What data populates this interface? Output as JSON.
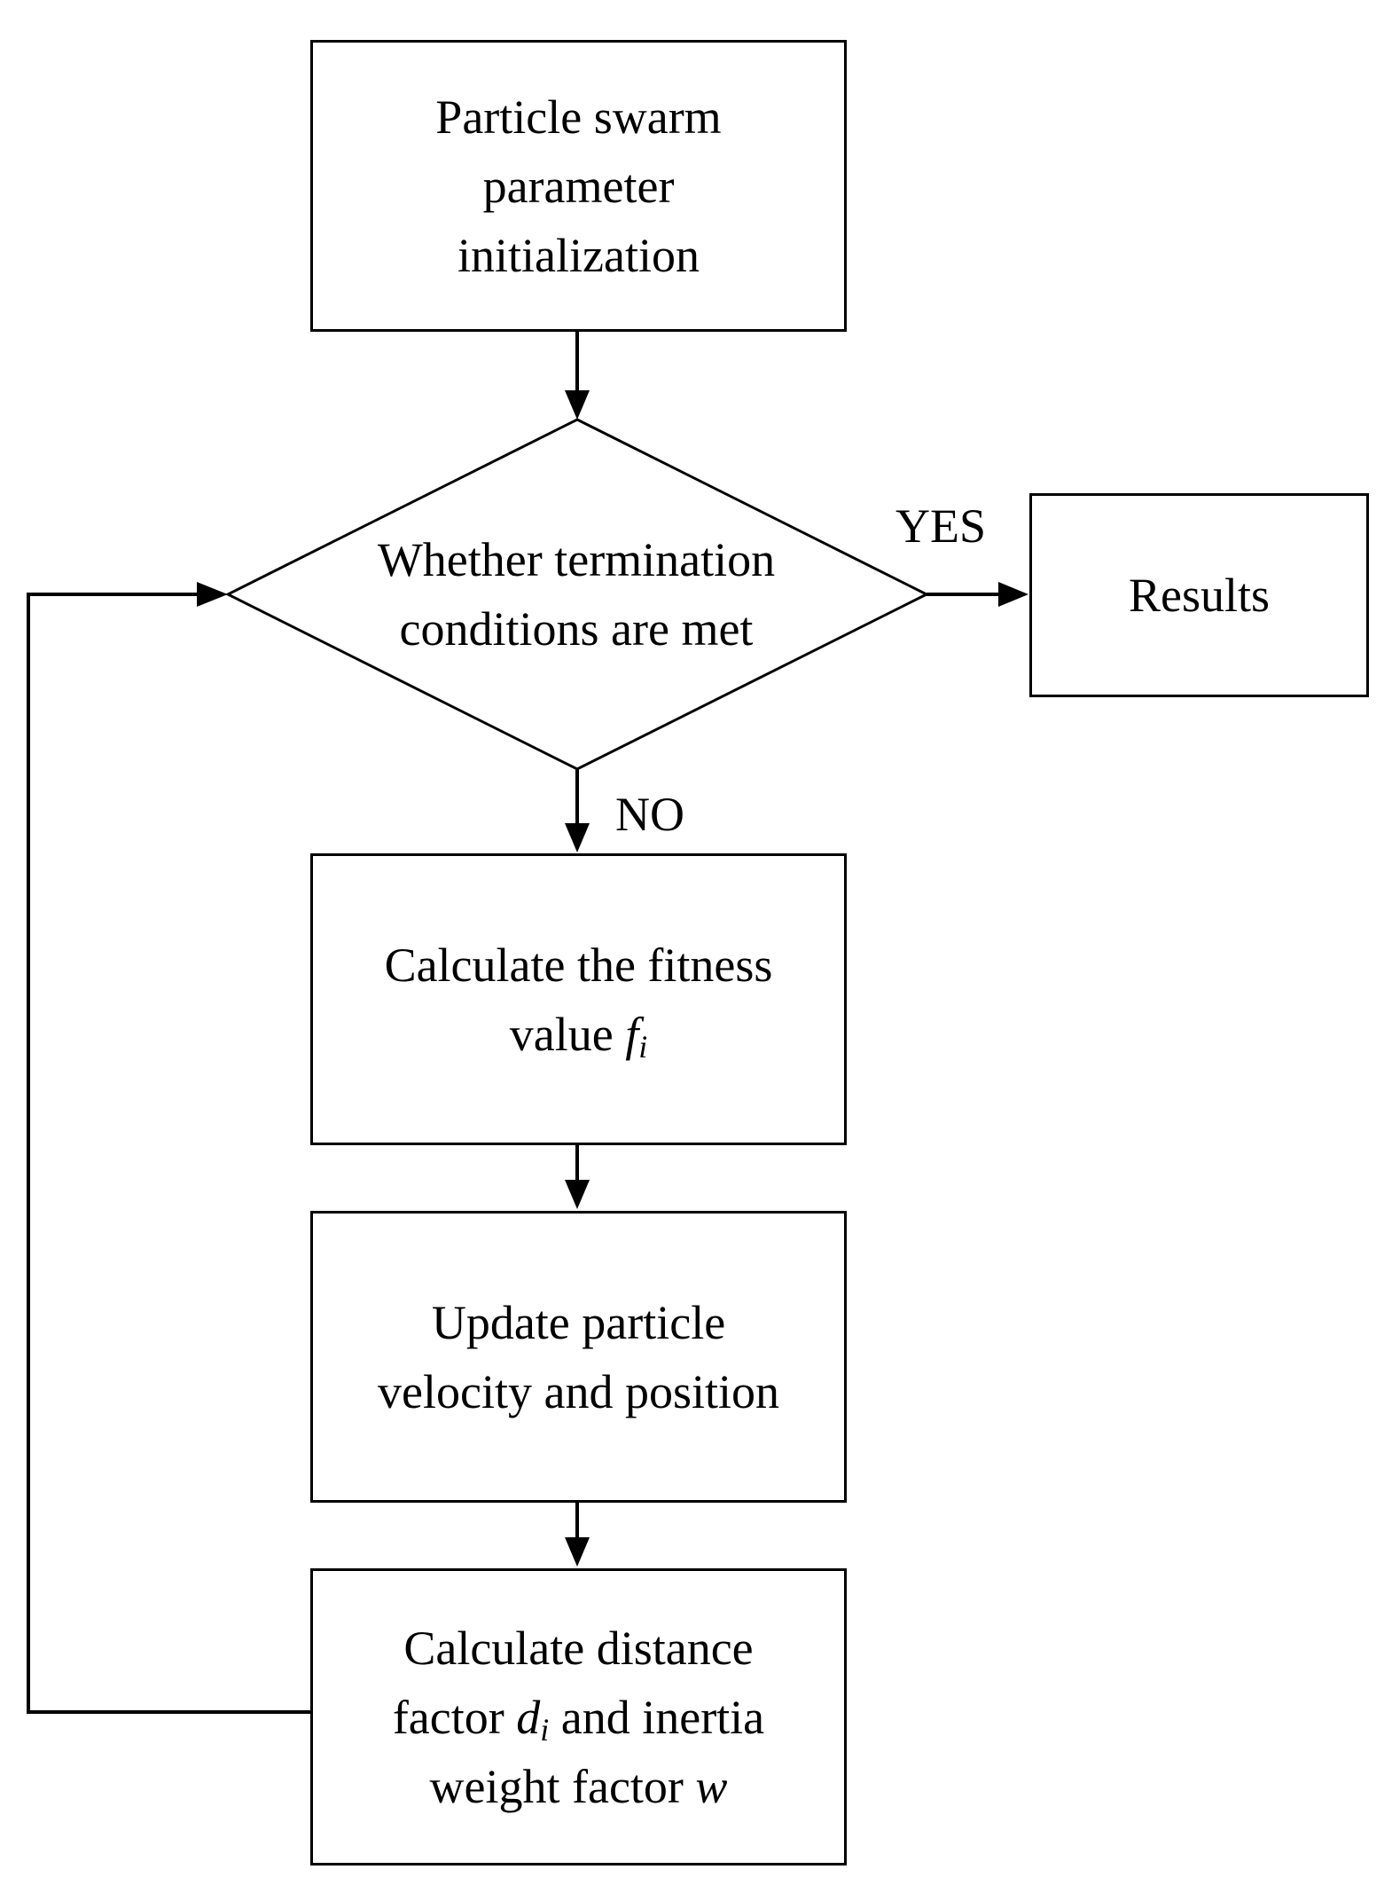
{
  "nodes": {
    "init": {
      "lines": [
        "Particle swarm",
        "parameter",
        "initialization"
      ]
    },
    "decision": {
      "lines": [
        "Whether termination",
        "conditions are met"
      ]
    },
    "results": {
      "label": "Results"
    },
    "fitness": {
      "line1": "Calculate the fitness",
      "line2_prefix": "value ",
      "var": "f",
      "sub": "i"
    },
    "update": {
      "lines": [
        "Update particle",
        "velocity and position"
      ]
    },
    "distance": {
      "line1": "Calculate distance",
      "line2_prefix": "factor ",
      "var_d": "d",
      "sub_d": "i",
      "line2_suffix": " and inertia",
      "line3_prefix": "weight factor ",
      "var_w": "w"
    }
  },
  "edges": {
    "yes_label": "YES",
    "no_label": "NO"
  }
}
